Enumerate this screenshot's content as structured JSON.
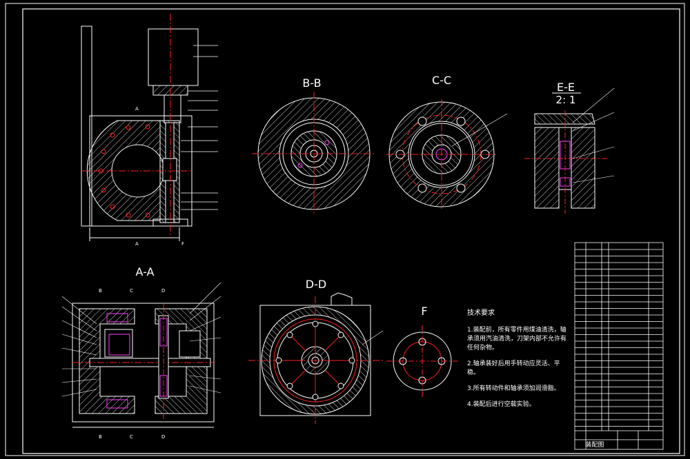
{
  "views": {
    "aa": "A-A",
    "bb": "B-B",
    "cc": "C-C",
    "dd": "D-D",
    "ee": "E-E",
    "ee_scale": "2: 1",
    "f": "F"
  },
  "section_marks": {
    "a": "A",
    "b": "B",
    "c": "C",
    "d": "D",
    "f": "F"
  },
  "notes": {
    "title": "技术要求",
    "items": [
      "1.装配前，所有零件用煤油清洗，轴承须用汽油清洗，刀架内部不允许有任何杂物。",
      "2.轴承装好后用手转动应灵活、平稳。",
      "3.所有转动件和轴承须加润滑脂。",
      "4.装配后进行空载实验。"
    ]
  },
  "title_block": {
    "name": "装配图"
  },
  "colors": {
    "background": "#000000",
    "line": "#ffffff",
    "center": "#ff2020",
    "hidden": "#ff40ff"
  }
}
